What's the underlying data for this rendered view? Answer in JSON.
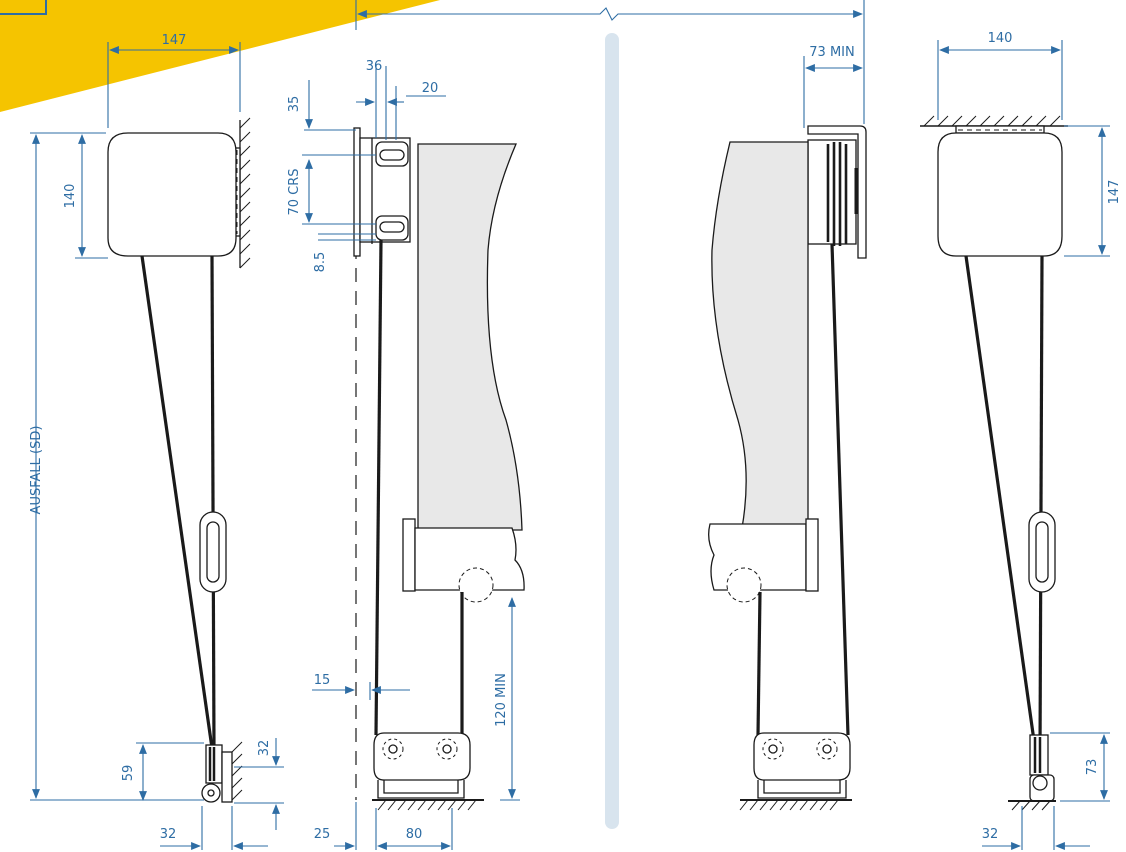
{
  "brand": {
    "accent": "#f5c400",
    "dim_color": "#2e6da4",
    "ink_color": "#1a1a1a"
  },
  "dimensions": {
    "side_left": {
      "width": "147",
      "height": "140",
      "drop": "AUSFALL (SD)",
      "bottom_height": "59",
      "bracket_height": "32",
      "bottom_width": "32"
    },
    "front_left": {
      "d36": "36",
      "d20": "20",
      "d35": "35",
      "crs": "70 CRS",
      "d85": "8.5",
      "d15": "15",
      "min120": "120 MIN",
      "d25": "25",
      "d80": "80"
    },
    "front_right": {
      "min73": "73 MIN"
    },
    "side_right": {
      "width": "140",
      "height": "147",
      "bottom_height": "73",
      "bottom_width": "32"
    }
  }
}
